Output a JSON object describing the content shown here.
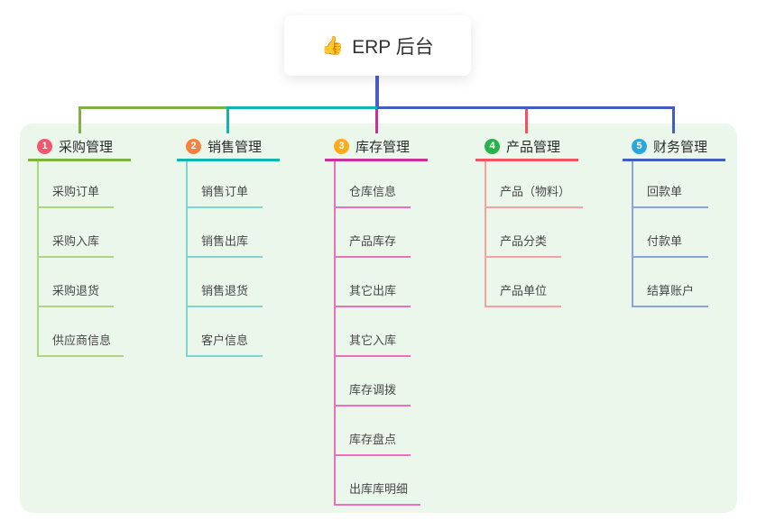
{
  "root": {
    "icon_glyph": "👍",
    "label": "ERP 后台"
  },
  "colors": {
    "panel_bg": "#ecf7eb",
    "root_connector": "#4a5fc5"
  },
  "branches": [
    {
      "num": "1",
      "label": "采购管理",
      "color": "#7cb342",
      "light_color": "#aed581",
      "badge_color": "#f4566d",
      "children": [
        "采购订单",
        "采购入库",
        "采购退货",
        "供应商信息"
      ]
    },
    {
      "num": "2",
      "label": "销售管理",
      "color": "#0fb5ae",
      "light_color": "#7fd6ce",
      "badge_color": "#f8813c",
      "children": [
        "销售订单",
        "销售出库",
        "销售退货",
        "客户信息"
      ]
    },
    {
      "num": "3",
      "label": "库存管理",
      "color": "#c9309a",
      "light_color": "#ee6fba",
      "badge_color": "#fbac18",
      "children": [
        "仓库信息",
        "产品库存",
        "其它出库",
        "其它入库",
        "库存调拨",
        "库存盘点",
        "出库库明细"
      ]
    },
    {
      "num": "4",
      "label": "产品管理",
      "color": "#f5515f",
      "light_color": "#f9a0a5",
      "badge_color": "#27b24b",
      "children": [
        "产品（物料）",
        "产品分类",
        "产品单位"
      ]
    },
    {
      "num": "5",
      "label": "财务管理",
      "color": "#3e5fc1",
      "light_color": "#8aa2dd",
      "badge_color": "#2ba7de",
      "children": [
        "回款单",
        "付款单",
        "结算账户"
      ]
    }
  ]
}
